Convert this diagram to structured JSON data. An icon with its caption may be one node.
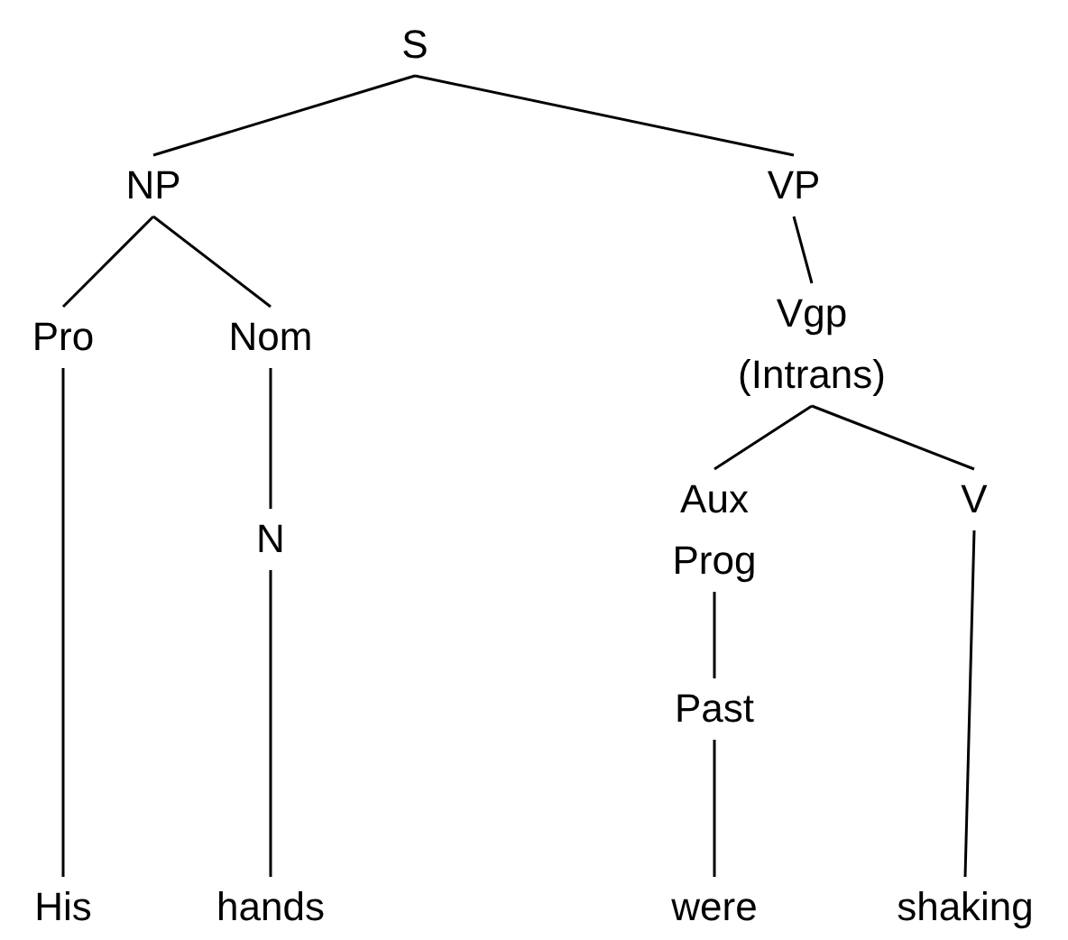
{
  "diagram": {
    "nodes": [
      {
        "text": [
          "S"
        ]
      },
      {
        "text": [
          "NP"
        ]
      },
      {
        "text": [
          "VP"
        ]
      },
      {
        "text": [
          "Pro"
        ]
      },
      {
        "text": [
          "Nom"
        ]
      },
      {
        "text": [
          "Vgp (Intrans)"
        ]
      },
      {
        "text": [
          "N"
        ]
      },
      {
        "text": [
          "Aux Prog"
        ]
      },
      {
        "text": [
          "V"
        ]
      },
      {
        "text": [
          "Past"
        ]
      },
      {
        "text": [
          "His"
        ]
      },
      {
        "text": [
          "hands"
        ]
      },
      {
        "text": [
          "were"
        ]
      },
      {
        "text": [
          "shaking"
        ]
      }
    ],
    "edges": [
      {
        "from": 0,
        "to": 1,
        "arrow": "none"
      },
      {
        "from": 0,
        "to": 2,
        "arrow": "none"
      },
      {
        "from": 1,
        "to": 3,
        "arrow": "none"
      },
      {
        "from": 1,
        "to": 4,
        "arrow": "none"
      },
      {
        "from": 2,
        "to": 5,
        "arrow": "none"
      },
      {
        "from": 3,
        "to": 10,
        "arrow": "none"
      },
      {
        "from": 4,
        "to": 6,
        "arrow": "none"
      },
      {
        "from": 6,
        "to": 11,
        "arrow": "none"
      },
      {
        "from": 5,
        "to": 7,
        "arrow": "none"
      },
      {
        "from": 5,
        "to": 8,
        "arrow": "none"
      },
      {
        "from": 7,
        "to": 9,
        "arrow": "none"
      },
      {
        "from": 9,
        "to": 12,
        "arrow": "none"
      },
      {
        "from": 8,
        "to": 13,
        "arrow": "none"
      }
    ]
  }
}
